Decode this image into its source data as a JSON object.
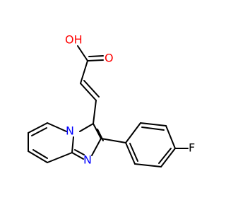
{
  "molecule": {
    "atoms": {
      "hydroxyl": "OH",
      "carbonyl_oxygen": "O",
      "ring_nitrogen_bridge": "N",
      "ring_nitrogen_imidazole": "N",
      "fluorine": "F"
    },
    "colors": {
      "bond": "#000000",
      "oxygen": "#ff0000",
      "nitrogen": "#0000ff",
      "fluorine": "#000000",
      "background": "#ffffff"
    }
  }
}
